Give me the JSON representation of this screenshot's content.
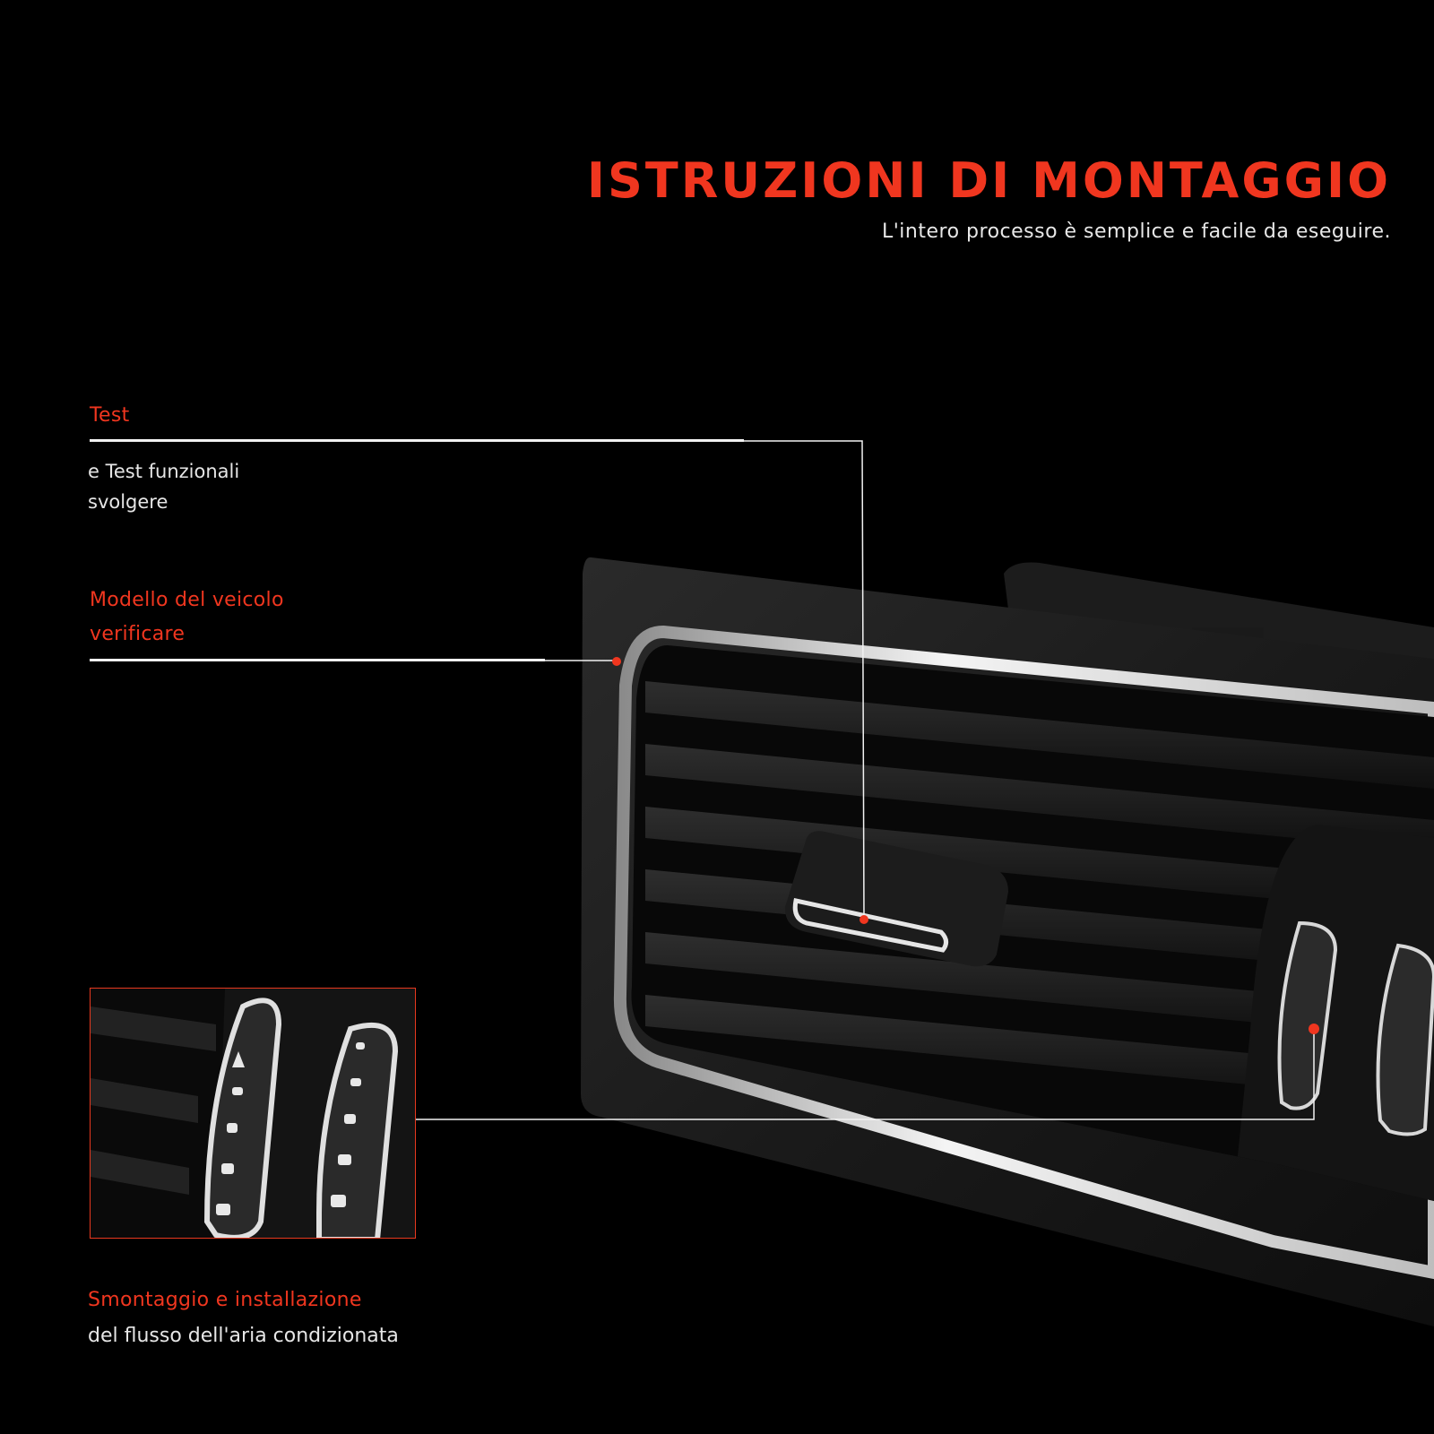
{
  "header": {
    "title": "ISTRUZIONI DI MONTAGGIO",
    "subtitle": "L'intero processo è semplice e facile da eseguire."
  },
  "callouts": {
    "test": {
      "label": "Test",
      "lines": [
        "e Test funzionali",
        "svolgere"
      ]
    },
    "model": {
      "label_lines": [
        "Modello del veicolo",
        "verificare"
      ]
    },
    "disassembly": {
      "label": "Smontaggio e installazione",
      "description": "del flusso dell'aria condizionata"
    }
  },
  "colors": {
    "accent": "#f0361f",
    "background": "#000000",
    "text": "#e8e8e8"
  }
}
